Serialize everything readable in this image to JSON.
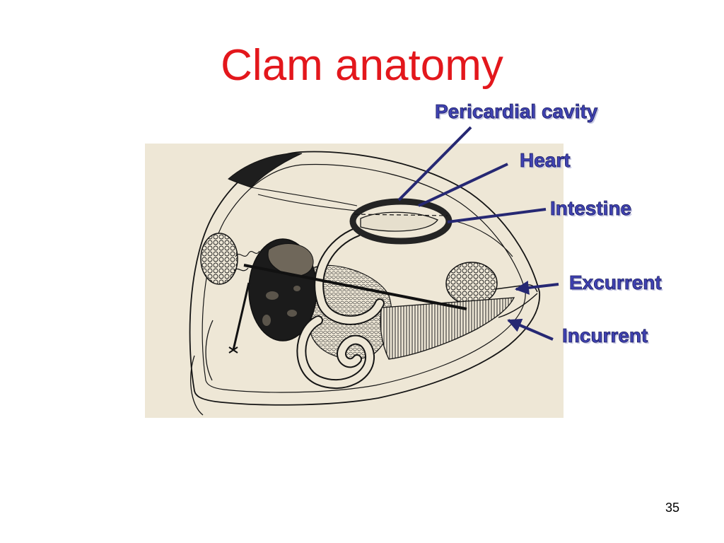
{
  "slide": {
    "title": "Clam anatomy",
    "page_number": "35"
  },
  "diagram": {
    "labels": {
      "pericardial_cavity": "Pericardial cavity",
      "heart": "Heart",
      "intestine": "Intestine",
      "excurrent": "Excurrent",
      "incurrent": "Incurrent"
    }
  },
  "colors": {
    "title": "#e3171c",
    "label": "#3f42b3",
    "leader": "#262873",
    "figure_background": "#eee7d6"
  }
}
